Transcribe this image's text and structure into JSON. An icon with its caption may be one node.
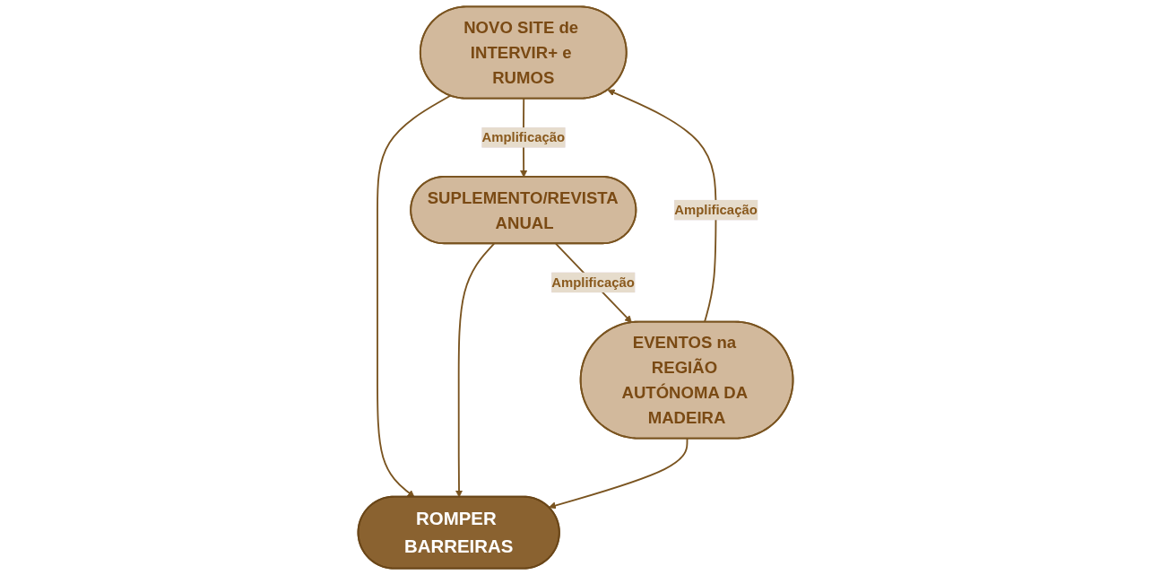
{
  "diagram": {
    "nodes": [
      {
        "text": [
          "NOVO SITE de INTERVIR+ e RUMOS"
        ]
      },
      {
        "text": [
          "SUPLEMENTO/REVISTA ANUAL"
        ]
      },
      {
        "text": [
          "ROMPER BARREIRAS"
        ]
      },
      {
        "text": [
          "EVENTOS na REGIÃO AUTÓNOMA DA MADEIRA"
        ]
      }
    ],
    "edges": [
      {
        "from": 0,
        "to": 1,
        "arrow": "to",
        "label": "Amplificação"
      },
      {
        "from": 1,
        "to": 3,
        "arrow": "to",
        "label": "Amplificação"
      },
      {
        "from": 3,
        "to": 0,
        "arrow": "to",
        "label": "Amplificação"
      },
      {
        "from": 0,
        "to": 2,
        "arrow": "to"
      },
      {
        "from": 1,
        "to": 2,
        "arrow": "to"
      },
      {
        "from": 3,
        "to": 2,
        "arrow": "to"
      }
    ]
  }
}
